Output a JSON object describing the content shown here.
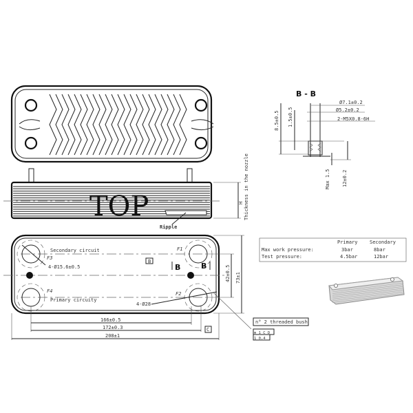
{
  "labels": {
    "top": "TOP",
    "ripple": "Ripple",
    "thickness": "Thickness in the nozzle",
    "h": "H",
    "section_title": "B - B",
    "secondary_circuit": "Secondary circuit",
    "primary_circuit": "Primary circuity",
    "port_diameter": "4-Ø15.6±0.5",
    "outer_diameter": "4-Ø28",
    "f1": "F1",
    "f2": "F2",
    "f3": "F3",
    "f4": "F4",
    "b_left": "B",
    "b_right": "B",
    "datum_b": "B",
    "datum_c": "C",
    "threaded_bush": "n° 2 threaded bush",
    "tol_row1": "⊕ 1 C D",
    "tol_row2": "1 0.4"
  },
  "section_dims": {
    "d1": "Ø7.1±0.2",
    "d2": "Ø5.2±0.2",
    "thread": "2-M5X0.8-6H",
    "h1": "8.5±0.5",
    "h2": "1.5±0.5",
    "max": "Max 1.5",
    "h3": "12±0.2"
  },
  "dimensions": {
    "w1": "166±0.5",
    "w2": "172±0.3",
    "w3": "208±1",
    "v1": "42±0.5",
    "v2": "73±1"
  },
  "pressure_table": {
    "headers": [
      "",
      "Primary",
      "Secondary"
    ],
    "rows": [
      [
        "Max work pressure:",
        "3bar",
        "8bar"
      ],
      [
        "Test pressure:",
        "4.5bar",
        "12bar"
      ]
    ]
  }
}
